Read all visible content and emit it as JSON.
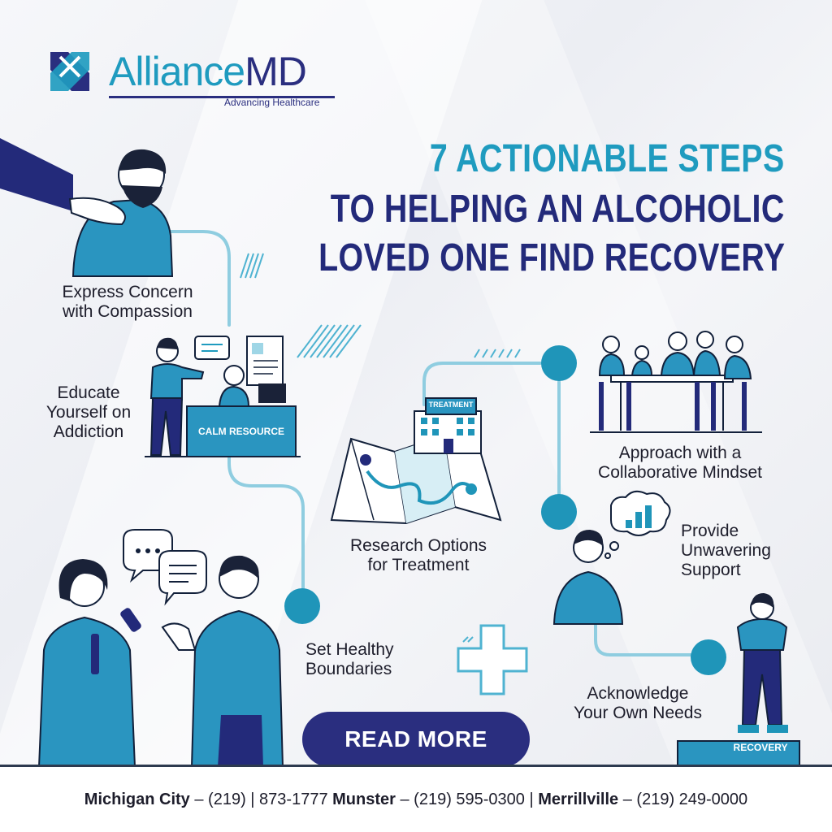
{
  "brand": {
    "name_main": "Alliance",
    "name_accent": "MD",
    "tagline": "Advancing Healthcare",
    "colors": {
      "teal": "#1f9bbf",
      "navy": "#2a2e7f"
    }
  },
  "headline": {
    "line1": "7 ACTIONABLE STEPS",
    "line2": "TO HELPING AN ALCOHOLIC",
    "line3": "LOVED ONE FIND RECOVERY"
  },
  "steps": [
    {
      "label": "Express Concern\nwith Compassion"
    },
    {
      "label": "Educate\nYourself on\nAddiction"
    },
    {
      "label": "Research Options\nfor Treatment"
    },
    {
      "label": "Approach with a\nCollaborative Mindset"
    },
    {
      "label": "Provide\nUnwavering\nSupport"
    },
    {
      "label": "Set Healthy\nBoundaries"
    },
    {
      "label": "Acknowledge\nYour Own Needs"
    }
  ],
  "illustration_labels": {
    "desk_sign": "CALM RESOURCE",
    "building_sign": "TREATMENT",
    "podium_sign": "RECOVERY"
  },
  "cta": {
    "label": "READ MORE"
  },
  "footer": {
    "loc1_name": "Michigan City",
    "loc1_sep": " – (219) | 873-1777 ",
    "loc2_name": "Munster",
    "loc2_sep": " – (219) 595-0300 | ",
    "loc3_name": "Merrillville",
    "loc3_sep": " – (219) 249-0000"
  }
}
